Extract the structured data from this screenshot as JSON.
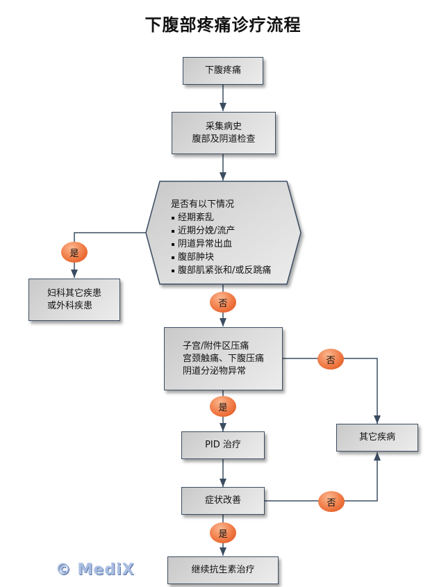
{
  "title": "下腹部疼痛诊疗流程",
  "colors": {
    "box_border": "#3a4c60",
    "connector": "#3a4c60",
    "oval_fill": "#f07a45",
    "logo": "#a8bde0"
  },
  "nodes": {
    "start": {
      "lines": [
        "下腹疼痛"
      ]
    },
    "history": {
      "lines": [
        "采集病史",
        "腹部及阴道检查"
      ]
    },
    "decision1": {
      "heading": "是否有以下情况",
      "items": [
        "经期紊乱",
        "近期分娩/流产",
        "阴道异常出血",
        "腹部肿块",
        "腹部肌紧张和/或反跳痛"
      ]
    },
    "other_gyn": {
      "lines": [
        "妇科其它疾患",
        "或外科疾患"
      ]
    },
    "tenderness": {
      "lines": [
        "子宫/附件区压痛",
        "宫颈触痛、下腹压痛",
        "阴道分泌物异常"
      ]
    },
    "pid": {
      "lines": [
        "PID 治疗"
      ]
    },
    "improve": {
      "lines": [
        "症状改善"
      ]
    },
    "other_disease": {
      "lines": [
        "其它疾病"
      ]
    },
    "continue": {
      "lines": [
        "继续抗生素治疗"
      ]
    }
  },
  "labels": {
    "yes1": "是",
    "no1": "否",
    "no2": "否",
    "yes2": "是",
    "no3": "否",
    "yes3": "是"
  },
  "watermark": "© MediX"
}
